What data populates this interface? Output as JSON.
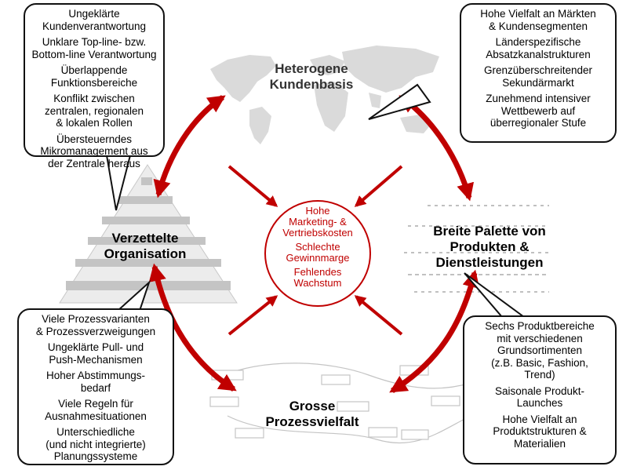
{
  "center": {
    "items": [
      [
        "Hohe",
        "Marketing- &",
        "Vertriebskosten"
      ],
      [
        "Schlechte",
        "Gewinnmarge"
      ],
      [
        "Fehlendes",
        "Wachstum"
      ]
    ]
  },
  "nodes": {
    "kunden": [
      "Heterogene",
      "Kundenbasis"
    ],
    "organisation": [
      "Verzettelte",
      "Organisation"
    ],
    "produkte": [
      "Breite Palette von",
      "Produkten &",
      "Dienstleistungen"
    ],
    "prozess": [
      "Grosse",
      "Prozessvielfalt"
    ]
  },
  "callouts": {
    "top_left": [
      [
        "Ungeklärte",
        "Kundenverantwortung"
      ],
      [
        "Unklare Top-line- bzw.",
        "Bottom-line Verantwortung"
      ],
      [
        "Überlappende",
        "Funktionsbereiche"
      ],
      [
        "Konflikt zwischen",
        "zentralen, regionalen",
        "& lokalen Rollen"
      ],
      [
        "Übersteuerndes",
        "Mikromanagement aus",
        "der Zentrale heraus"
      ]
    ],
    "top_right": [
      [
        "Hohe Vielfalt an Märkten",
        "& Kundensegmenten"
      ],
      [
        "Länderspezifische",
        "Absatzkanalstrukturen"
      ],
      [
        "Grenzüberschreitender",
        "Sekundärmarkt"
      ],
      [
        "Zunehmend intensiver",
        "Wettbewerb auf",
        "überregionaler Stufe"
      ]
    ],
    "bottom_left": [
      [
        "Viele Prozessvarianten",
        "& Prozessverzweigungen"
      ],
      [
        "Ungeklärte Pull- und",
        "Push-Mechanismen"
      ],
      [
        "Hoher Abstimmungs-",
        "bedarf"
      ],
      [
        "Viele Regeln für",
        "Ausnahmesituationen"
      ],
      [
        "Unterschiedliche",
        "(und nicht integrierte)",
        "Planungssysteme"
      ]
    ],
    "bottom_right": [
      [
        "Sechs Produktbereiche",
        "mit verschiedenen",
        "Grundsortimenten",
        "(z.B. Basic, Fashion,",
        "Trend)"
      ],
      [
        "Saisonale Produkt-",
        "Launches"
      ],
      [
        "Hohe Vielfalt an",
        "Produktstrukturen &",
        "Materialien"
      ]
    ]
  },
  "colors": {
    "accent": "#c00000",
    "decor": "#d9d9d9"
  }
}
